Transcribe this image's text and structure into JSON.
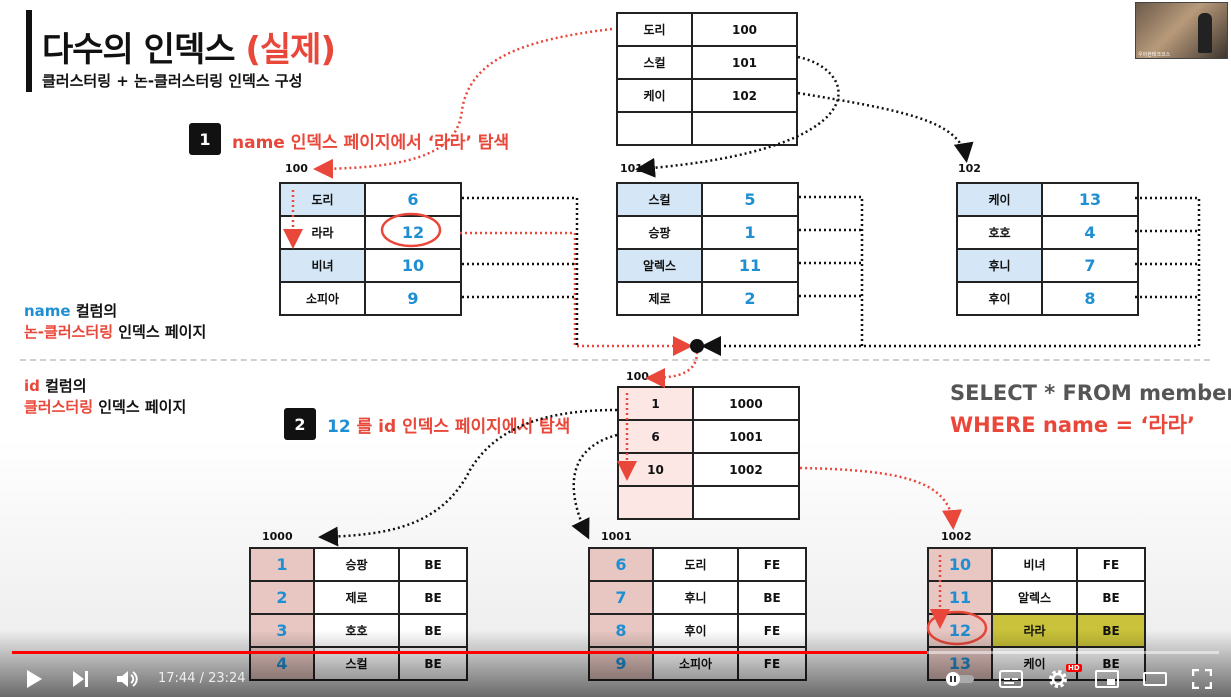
{
  "slide": {
    "title_prefix": "다수의 인덱스 ",
    "title_highlight": "(실제)",
    "subtitle": "클러스터링 + 논-클러스터링 인덱스 구성",
    "step1": {
      "num": "1",
      "name": "name",
      "text": " 인덱스 페이지에서 ‘라라’ 탐색"
    },
    "step2": {
      "num": "2",
      "num_val": "12",
      "text": " 를 id 인덱스 페이지에서 탐색"
    },
    "caption_name": {
      "col": "name",
      "col_suffix": " 컬럼의",
      "kind": "논-클러스터링",
      "kind_suffix": " 인덱스 페이지"
    },
    "caption_id": {
      "col": "id",
      "col_suffix": " 컬럼의",
      "kind": "클러스터링",
      "kind_suffix": " 인덱스 페이지"
    },
    "sql_line1": "SELECT * FROM member",
    "sql_line2": "WHERE name = ‘라라’",
    "name_root": {
      "rows": [
        [
          "도리",
          "100"
        ],
        [
          "스컬",
          "101"
        ],
        [
          "케이",
          "102"
        ],
        [
          "",
          ""
        ]
      ]
    },
    "name_leaves": [
      {
        "label": "100",
        "rows": [
          [
            "도리",
            "6"
          ],
          [
            "라라",
            "12"
          ],
          [
            "비녀",
            "10"
          ],
          [
            "소피아",
            "9"
          ]
        ]
      },
      {
        "label": "101",
        "rows": [
          [
            "스컬",
            "5"
          ],
          [
            "승팡",
            "1"
          ],
          [
            "알렉스",
            "11"
          ],
          [
            "제로",
            "2"
          ]
        ]
      },
      {
        "label": "102",
        "rows": [
          [
            "케이",
            "13"
          ],
          [
            "호호",
            "4"
          ],
          [
            "후니",
            "7"
          ],
          [
            "후이",
            "8"
          ]
        ]
      }
    ],
    "id_root": {
      "label": "100",
      "rows": [
        [
          "1",
          "1000"
        ],
        [
          "6",
          "1001"
        ],
        [
          "10",
          "1002"
        ],
        [
          "",
          ""
        ]
      ]
    },
    "id_leaves": [
      {
        "label": "1000",
        "rows": [
          [
            "1",
            "승팡",
            "BE"
          ],
          [
            "2",
            "제로",
            "BE"
          ],
          [
            "3",
            "호호",
            "BE"
          ],
          [
            "4",
            "스컬",
            "BE"
          ]
        ]
      },
      {
        "label": "1001",
        "rows": [
          [
            "6",
            "도리",
            "FE"
          ],
          [
            "7",
            "후니",
            "BE"
          ],
          [
            "8",
            "후이",
            "FE"
          ],
          [
            "9",
            "소피아",
            "FE"
          ]
        ]
      },
      {
        "label": "1002",
        "rows": [
          [
            "10",
            "비녀",
            "FE"
          ],
          [
            "11",
            "알렉스",
            "BE"
          ],
          [
            "12",
            "라라",
            "BE"
          ],
          [
            "13",
            "케이",
            "BE"
          ]
        ]
      }
    ],
    "webcam_caption": "우아한테크코스"
  },
  "player": {
    "time_display": "17:44 / 23:24",
    "progress": 0.758,
    "hd_badge": "HD",
    "icons": [
      "play-icon",
      "next-icon",
      "volume-icon",
      "autoplay-toggle-icon",
      "subtitles-icon",
      "settings-icon",
      "miniplayer-icon",
      "theater-icon",
      "fullscreen-icon"
    ],
    "accent": "#ff0000"
  },
  "colors": {
    "red": "#e8473a",
    "blue": "#1f8fd3",
    "highlight_row": "#c9c23a",
    "key_bg": "#e8c7c2"
  }
}
